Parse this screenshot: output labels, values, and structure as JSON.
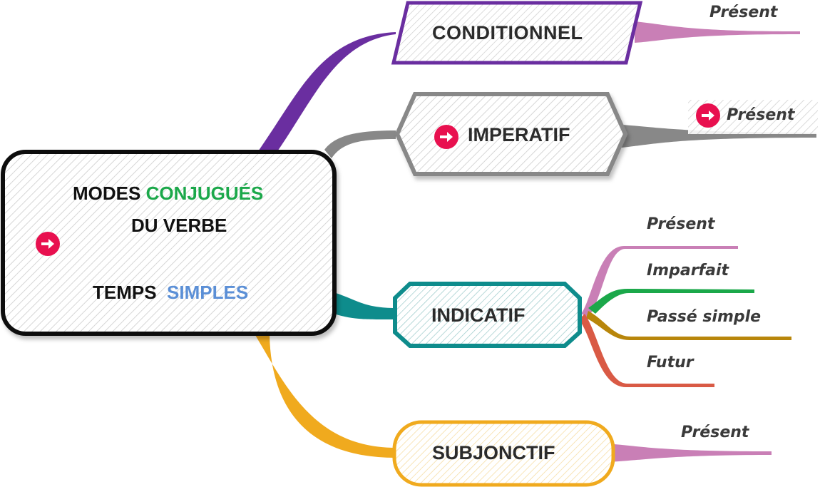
{
  "root": {
    "line1_a": "MODES ",
    "line1_b": "CONJUGUÉS",
    "line2": "DU VERBE",
    "line3_a": "TEMPS",
    "line3_b": "SIMPLES"
  },
  "branches": {
    "conditionnel": {
      "label": "CONDITIONNEL",
      "color": "#6a2ea0",
      "leaves": [
        "Présent"
      ]
    },
    "imperatif": {
      "label": "IMPERATIF",
      "color": "#888888",
      "leaves": [
        "Présent"
      ]
    },
    "indicatif": {
      "label": "INDICATIF",
      "color": "#0e8c8c",
      "leaves": [
        "Présent",
        "Imparfait",
        "Passé simple",
        "Futur"
      ],
      "leaf_colors": [
        "#c97fb6",
        "#1ba84a",
        "#b8860b",
        "#d95a45"
      ]
    },
    "subjonctif": {
      "label": "SUBJONCTIF",
      "color": "#f0aa1e",
      "leaves": [
        "Présent"
      ]
    }
  },
  "colors": {
    "conjugues": "#1ba84a",
    "simples": "#5b8fd6",
    "arrow_icon": "#e8104f",
    "leaf_pink": "#c97fb6"
  },
  "icons": [
    "arrow-right-icon"
  ]
}
